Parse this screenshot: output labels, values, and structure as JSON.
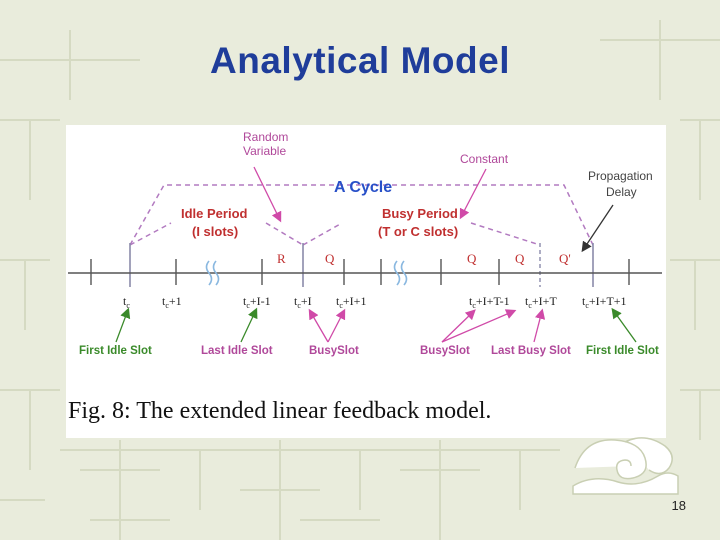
{
  "slide": {
    "title": "Analytical Model",
    "page_number": "18"
  },
  "figure": {
    "caption": "Fig. 8: The extended linear feedback model.",
    "annotations": {
      "random_variable": [
        "Random",
        "Variable"
      ],
      "constant": "Constant",
      "propagation_delay": [
        "Propagation",
        "Delay"
      ],
      "a_cycle": "A Cycle",
      "idle_period": [
        "Idle Period",
        "(I slots)"
      ],
      "busy_period": [
        "Busy Period",
        "(T or C slots)"
      ]
    },
    "slot_marks": [
      "R",
      "Q",
      "Q",
      "Q",
      "Q'"
    ],
    "ticks": [
      {
        "base": "t",
        "sub": "c",
        "rest": ""
      },
      {
        "base": "t",
        "sub": "c",
        "rest": "+1"
      },
      {
        "base": "t",
        "sub": "c",
        "rest": "+I-1"
      },
      {
        "base": "t",
        "sub": "c",
        "rest": "+I"
      },
      {
        "base": "t",
        "sub": "c",
        "rest": "+I+1"
      },
      {
        "base": "t",
        "sub": "c",
        "rest": "+I+T-1"
      },
      {
        "base": "t",
        "sub": "c",
        "rest": "+I+T"
      },
      {
        "base": "t",
        "sub": "c",
        "rest": "+I+T+1"
      }
    ],
    "slot_labels": [
      "First Idle Slot",
      "Last Idle Slot",
      "BusySlot",
      "BusySlot",
      "Last Busy Slot",
      "First Idle Slot"
    ],
    "colors": {
      "annotation": "#b0489a",
      "arrow": "#d04aa8",
      "green": "#3a8a2a",
      "cycle": "#2850c8",
      "period": "#c03030",
      "dash": "#b27ac0",
      "wave": "#8ab8e0"
    }
  }
}
